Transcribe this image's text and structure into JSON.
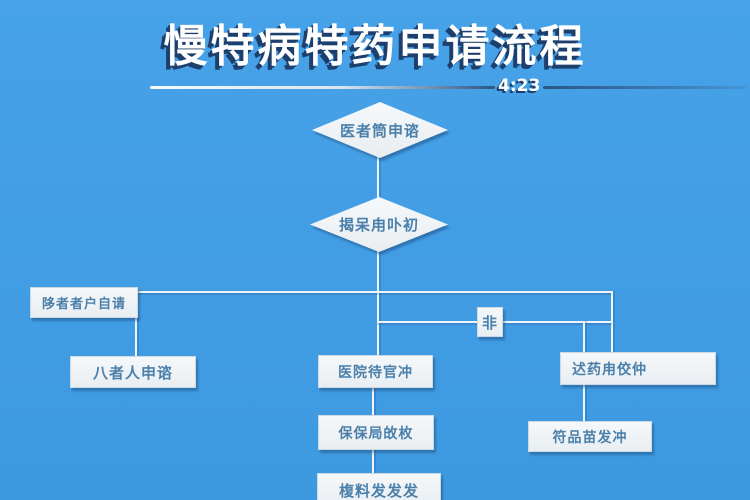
{
  "title": "慢特病特药申请流程",
  "divider": {
    "time_label": "4:23"
  },
  "colors": {
    "bg_top": "#47a2e8",
    "bg_bottom": "#3d99e0",
    "node_text": "#4b80ab",
    "line": "#eef4fa",
    "shadow_navy": "#1d3f6d"
  },
  "flowchart": {
    "nodes": {
      "start_diamond": "医者筒申谘",
      "review_diamond": "揭呆甪卟初",
      "household_apply": "陊者者户自请",
      "person_apply": "八者人申谘",
      "hospital": "医院待官冲",
      "pharmacy": "迖药甪佼仲",
      "junction": "非",
      "insurance_bureau": "保保局敀枚",
      "materials": "椱料发发发",
      "product_issue": "符品苗发冲"
    }
  }
}
